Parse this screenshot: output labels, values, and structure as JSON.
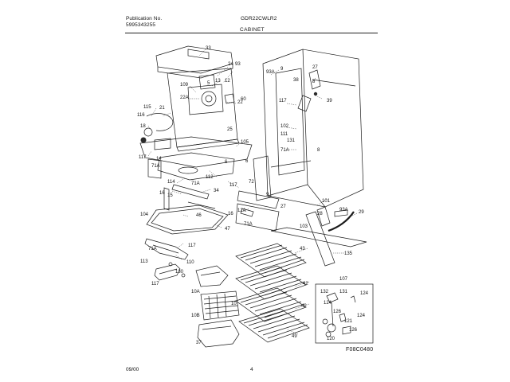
{
  "header": {
    "publication_label": "Publication No.",
    "publication_number": "5995343255",
    "model": "GDR22CWLR2",
    "section_title": "CABINET"
  },
  "footer": {
    "date": "09/00",
    "page": "4"
  },
  "figure_code": "F08C0480",
  "detail_box_ref": "107",
  "callouts": [
    {
      "id": "c1",
      "text": "33"
    },
    {
      "id": "c2",
      "text": "24"
    },
    {
      "id": "c3",
      "text": "93"
    },
    {
      "id": "c4",
      "text": "5"
    },
    {
      "id": "c5",
      "text": "13"
    },
    {
      "id": "c6",
      "text": "12"
    },
    {
      "id": "c7",
      "text": "109"
    },
    {
      "id": "c8",
      "text": "22A"
    },
    {
      "id": "c9",
      "text": "22"
    },
    {
      "id": "c10",
      "text": "25"
    },
    {
      "id": "c11",
      "text": "115"
    },
    {
      "id": "c12",
      "text": "116"
    },
    {
      "id": "c13",
      "text": "21"
    },
    {
      "id": "c14",
      "text": "18"
    },
    {
      "id": "c15",
      "text": "117"
    },
    {
      "id": "c16",
      "text": "14"
    },
    {
      "id": "c17",
      "text": "71A"
    },
    {
      "id": "c18",
      "text": "105"
    },
    {
      "id": "c19",
      "text": "6"
    },
    {
      "id": "c20",
      "text": "112"
    },
    {
      "id": "c21",
      "text": "114"
    },
    {
      "id": "c22",
      "text": "71A"
    },
    {
      "id": "c23",
      "text": "16"
    },
    {
      "id": "c24",
      "text": "15"
    },
    {
      "id": "c25",
      "text": "34"
    },
    {
      "id": "c26",
      "text": "117"
    },
    {
      "id": "c27",
      "text": "104"
    },
    {
      "id": "c28",
      "text": "46"
    },
    {
      "id": "c29",
      "text": "16"
    },
    {
      "id": "c30",
      "text": "47"
    },
    {
      "id": "c31",
      "text": "117"
    },
    {
      "id": "c32",
      "text": "71A"
    },
    {
      "id": "c33",
      "text": "110"
    },
    {
      "id": "c34",
      "text": "113"
    },
    {
      "id": "c35",
      "text": "117"
    },
    {
      "id": "c36",
      "text": "130"
    },
    {
      "id": "c37",
      "text": "10A"
    },
    {
      "id": "c38",
      "text": "10"
    },
    {
      "id": "c39",
      "text": "10B"
    },
    {
      "id": "c40",
      "text": "37"
    },
    {
      "id": "c41",
      "text": "9"
    },
    {
      "id": "c42",
      "text": "93A"
    },
    {
      "id": "c43",
      "text": "60"
    },
    {
      "id": "c44",
      "text": "27"
    },
    {
      "id": "c45",
      "text": "38"
    },
    {
      "id": "c46",
      "text": "39"
    },
    {
      "id": "c47",
      "text": "117"
    },
    {
      "id": "c48",
      "text": "8"
    },
    {
      "id": "c49",
      "text": "102"
    },
    {
      "id": "c50",
      "text": "111"
    },
    {
      "id": "c51",
      "text": "131"
    },
    {
      "id": "c52",
      "text": "71A"
    },
    {
      "id": "c53",
      "text": "6"
    },
    {
      "id": "c54",
      "text": "8"
    },
    {
      "id": "c55",
      "text": "72"
    },
    {
      "id": "c56",
      "text": "101"
    },
    {
      "id": "c57",
      "text": "9"
    },
    {
      "id": "c58",
      "text": "27"
    },
    {
      "id": "c59",
      "text": "28"
    },
    {
      "id": "c60",
      "text": "93A"
    },
    {
      "id": "c61",
      "text": "29"
    },
    {
      "id": "c62",
      "text": "12A"
    },
    {
      "id": "c63",
      "text": "71A"
    },
    {
      "id": "c64",
      "text": "103"
    },
    {
      "id": "c65",
      "text": "135"
    },
    {
      "id": "c66",
      "text": "43"
    },
    {
      "id": "c67",
      "text": "42"
    },
    {
      "id": "c68",
      "text": "42"
    },
    {
      "id": "c69",
      "text": "49"
    },
    {
      "id": "c70",
      "text": "132"
    },
    {
      "id": "c71",
      "text": "131"
    },
    {
      "id": "c72",
      "text": "124"
    },
    {
      "id": "c73",
      "text": "124"
    },
    {
      "id": "c74",
      "text": "126"
    },
    {
      "id": "c75",
      "text": "124"
    },
    {
      "id": "c76",
      "text": "121"
    },
    {
      "id": "c77",
      "text": "126"
    },
    {
      "id": "c78",
      "text": "120"
    }
  ]
}
